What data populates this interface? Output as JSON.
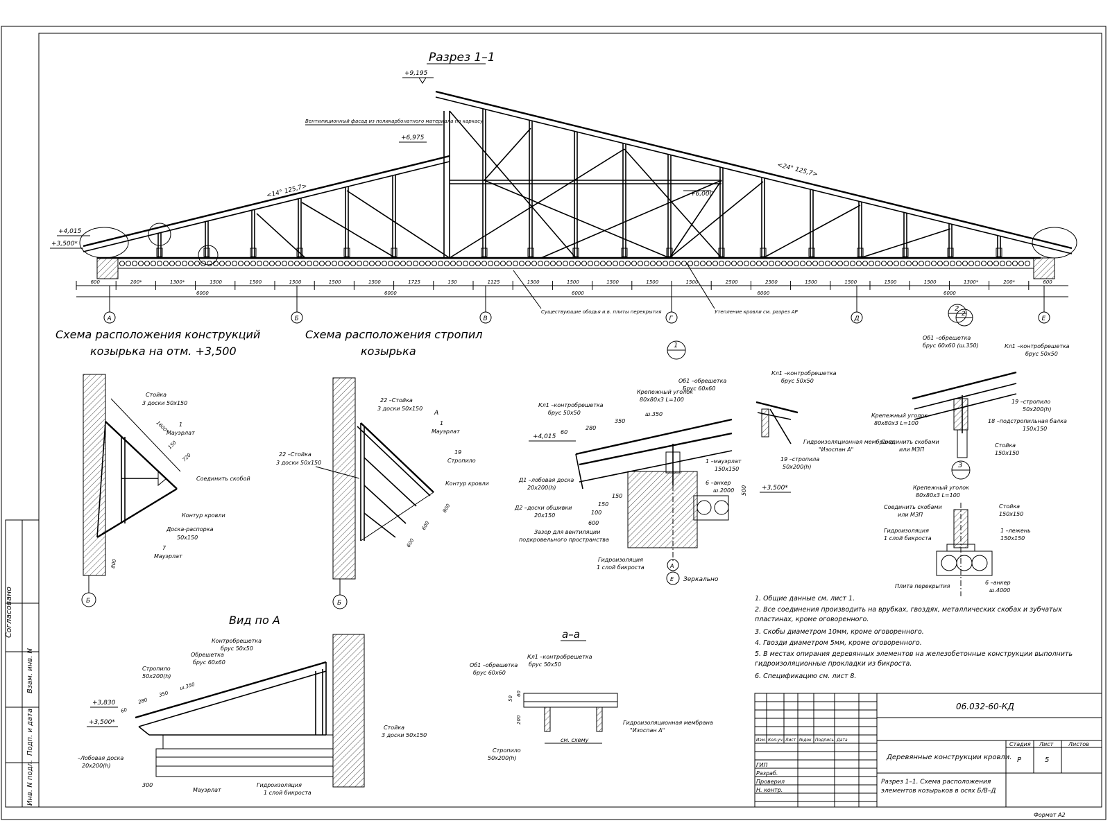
{
  "section": {
    "title": "Разрез 1–1",
    "levels": {
      "top": "+9,195",
      "mid": "+6,975",
      "left1": "+4,015",
      "left2": "+3,500*",
      "right": "+6,000"
    },
    "callouts": {
      "vent": "Вентиляционный фасад из поликарбонатного материала по каркасу",
      "reinf": "Существующие ободья и.в. плиты перекрытия",
      "insul": "Утепление кровли см. разрез АР"
    },
    "dims_bottom": [
      "600",
      "200*",
      "1300*",
      "1500",
      "1500",
      "1500",
      "1500",
      "1500",
      "1725",
      "150",
      "1125",
      "1500",
      "1500",
      "1500",
      "1500",
      "1500",
      "2500",
      "2500",
      "1500",
      "1500",
      "1500",
      "1500",
      "1300*",
      "200*",
      "600"
    ],
    "dims_total": [
      "6000",
      "6000",
      "6000",
      "6000",
      "6000"
    ],
    "axes": [
      "А",
      "Б",
      "В",
      "Г",
      "Д",
      "Е"
    ],
    "slope_left": "<14° 125,7>",
    "slope_right": "<24° 125,7>"
  },
  "scheme1": {
    "title_l1": "Схема расположения конструкций",
    "title_l2": "козырька на отм. +3,500",
    "labels": {
      "stoyka": "Стойка",
      "stoyka_sz": "3 доски 50х150",
      "mauerlat": "Мауэрлат",
      "mauerlat_n": "1",
      "connect": "Соединить скобой",
      "kontur": "Контур кровли",
      "doska": "Доска-распорка",
      "doska_sz": "50х150",
      "mauer2": "Мауэрлат",
      "mauer2_n": "7",
      "axis": "Б",
      "d1": "1600*",
      "d2": "150",
      "d3": "720",
      "d4": "800"
    }
  },
  "scheme2": {
    "title_l1": "Схема расположения стропил",
    "title_l2": "козырька",
    "labels": {
      "st22a": "22 –Стойка",
      "st22a_sz": "3 доски 50х150",
      "st22b": "22 –Стойка",
      "st22b_sz": "3 доски 50х150",
      "m1": "1",
      "m1t": "Мауэрлат",
      "s19": "19",
      "s19t": "Стропило",
      "kontur": "Контур кровли",
      "axis": "Б",
      "a": "А",
      "d1": "600",
      "d2": "600",
      "d3": "800"
    }
  },
  "node1": {
    "num": "1",
    "labels": {
      "kontr": "Кл1 –контробрешетка",
      "kontr_sz": "брус 50х50",
      "ugolok": "Крепежный уголок",
      "ugolok_sz": "80х80х3 L=100",
      "obr": "Об1 –обрешетка",
      "obr_sz": "Брус 60х60",
      "kl": "Кл1 –контробрешетка",
      "kl_sz": "брус 50х50",
      "membr": "Гидроизоляционная мембрана",
      "membr_n": "\"Изоспан А\"",
      "strop": "19 –стропила",
      "strop_sz": "50х200(h)",
      "mauer": "1 –мауэрлат",
      "mauer_sz": "150х150",
      "anker": "6 –анкер",
      "anker_sz": "ш.2000",
      "lob": "Д1 –лобовая доска",
      "lob_sz": "20х200(h)",
      "obsh": "Д2 –доски обшивки",
      "obsh_sz": "20х150",
      "zazor": "Зазор для вентиляции",
      "zazor2": "подкровельного пространства",
      "gidro": "Гидроизоляция",
      "gidro2": "1 слой бикроста",
      "lev1": "+4,015",
      "lev2": "+3,500*",
      "axA": "А",
      "axE": "Е",
      "mirror": "Зеркально",
      "d": [
        "60",
        "280",
        "350",
        "ш.350",
        "150",
        "100",
        "600",
        "150",
        "500"
      ]
    }
  },
  "node2": {
    "num": "2",
    "labels": {
      "obr": "Об1 –обрешетка",
      "obr_sz": "брус 60х60 (ш.350)",
      "kontr": "Кл1 –контробрешетка",
      "kontr_sz": "брус 50х50",
      "strop": "19 –стропило",
      "strop_sz": "50х200(h)",
      "ugolok": "Крепежный уголок",
      "ugolok_sz": "80х80х3 L=100",
      "podstr": "18 –подстропильная балка",
      "podstr_sz": "150х150",
      "skoba": "Соединить скобами",
      "skoba2": "или МЗП",
      "stoyka": "Стойка",
      "stoyka_sz": "150х150"
    }
  },
  "node3": {
    "num": "3",
    "labels": {
      "ugolok": "Крепежный уголок",
      "ugolok_sz": "80х80х3 L=100",
      "skoba": "Соединить скобами",
      "skoba2": "или МЗП",
      "stoyka": "Стойка",
      "stoyka_sz": "150х150",
      "gidro": "Гидроизоляция",
      "gidro2": "1 слой бикроста",
      "lezhen": "1 –лежень",
      "lezhen_sz": "150х150",
      "plita": "Плита перекрытия",
      "anker": "6 –анкер",
      "anker_sz": "ш.4000"
    }
  },
  "viewA": {
    "title": "Вид по А",
    "labels": {
      "kontr": "Контробрешетка",
      "kontr_sz": "брус 50х50",
      "obr": "Обрешетка",
      "obr_sz": "брус 60х60",
      "strop": "Стропило",
      "strop_sz": "50х200(h)",
      "lev1": "+3,830",
      "lev2": "+3,500*",
      "lob": "–Лобовая доска",
      "lob_sz": "20х200(h)",
      "mauer": "Мауэрлат",
      "gidro": "Гидроизоляция",
      "gidro2": "1 слой бикроста",
      "stoyka": "Стойка",
      "stoyka_sz": "3 доски 50х150",
      "d": [
        "60",
        "280",
        "350",
        "ш.350",
        "300"
      ]
    }
  },
  "sectionAA": {
    "title": "а–а",
    "labels": {
      "obr": "Об1 –обрешетка",
      "obr_sz": "брус 60х60",
      "kl": "Кл1 –контробрешетка",
      "kl_sz": "брус 50х50",
      "strop": "Стропило",
      "strop_sz": "50х200(h)",
      "membr": "Гидроизоляционная мембрана",
      "membr_n": "\"Изоспан А\"",
      "shag": "см. схему",
      "d": [
        "50",
        "60",
        "200"
      ]
    }
  },
  "notes": [
    "1. Общие данные см. лист 1.",
    "2. Все соединения производить на врубках, гвоздях, металлических скобах и зубчатых пластинах, кроме оговоренного.",
    "3. Скобы диаметром 10мм, кроме оговоренного.",
    "4. Гвозди диаметром 5мм, кроме оговоренного.",
    "5. В местах опирания деревянных элементов на железобетонные конструкции выполнить гидроизоляционные прокладки из бикроста.",
    "6. Спецификацию см. лист 8."
  ],
  "stamp": {
    "code": "06.032-60-КД",
    "title": "Деревянные конструкции кровли.",
    "sheet_title_l1": "Разрез 1–1. Схема расположения",
    "sheet_title_l2": "элементов козырьков в осях Б/В–Д",
    "cols": [
      "Изм.",
      "Кол.уч.",
      "Лист",
      "№док.",
      "Подпись",
      "Дата"
    ],
    "roles": [
      "ГИП",
      "Разраб.",
      "Проверил",
      "Н. контр."
    ],
    "stage_h": "Стадия",
    "sheet_h": "Лист",
    "sheets_h": "Листов",
    "stage": "Р",
    "sheet": "5",
    "sheets": "",
    "format": "Формат А2"
  },
  "side_stamp": [
    "Согласовано",
    "Взам. инв. N",
    "Подп. и дата",
    "Инв. N подл."
  ]
}
